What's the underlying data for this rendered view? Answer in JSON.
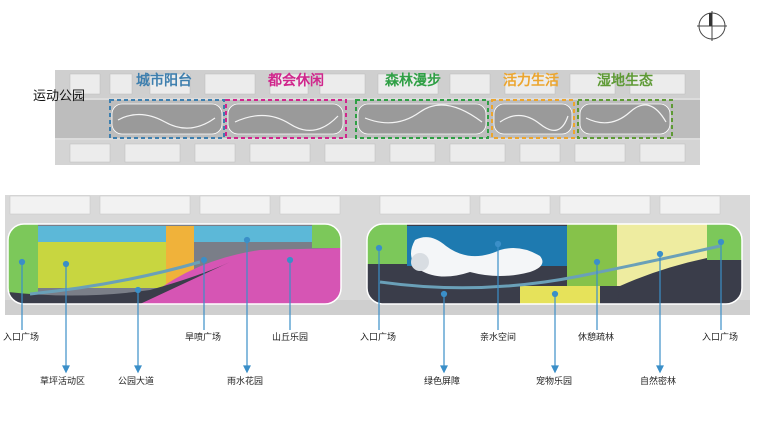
{
  "top": {
    "park_title": "运动公园",
    "zones": [
      {
        "label": "城市阳台",
        "color": "#3e7fae"
      },
      {
        "label": "都会休闲",
        "color": "#d0268c"
      },
      {
        "label": "森林漫步",
        "color": "#2f9f45"
      },
      {
        "label": "活力生活",
        "color": "#eca52e"
      },
      {
        "label": "湿地生态",
        "color": "#5e9a35"
      }
    ]
  },
  "plan": {
    "callouts": [
      {
        "label": "入口广场"
      },
      {
        "label": "草坪活动区"
      },
      {
        "label": "公园大道"
      },
      {
        "label": "旱喷广场"
      },
      {
        "label": "雨水花园"
      },
      {
        "label": "山丘乐园"
      },
      {
        "label": "入口广场"
      },
      {
        "label": "绿色屏障"
      },
      {
        "label": "亲水空间"
      },
      {
        "label": "宠物乐园"
      },
      {
        "label": "休憩疏林"
      },
      {
        "label": "自然密林"
      },
      {
        "label": "入口广场"
      }
    ],
    "colors": {
      "green": "#7cc85a",
      "lime": "#c8d640",
      "blue": "#5cb8d8",
      "orange": "#f0b23a",
      "magenta": "#d655b4",
      "yellow": "#e6e25a",
      "pale": "#eeeca0",
      "dark": "#3a3d4a",
      "water": "#1e7ab0",
      "leader": "#3b8fc8"
    }
  }
}
